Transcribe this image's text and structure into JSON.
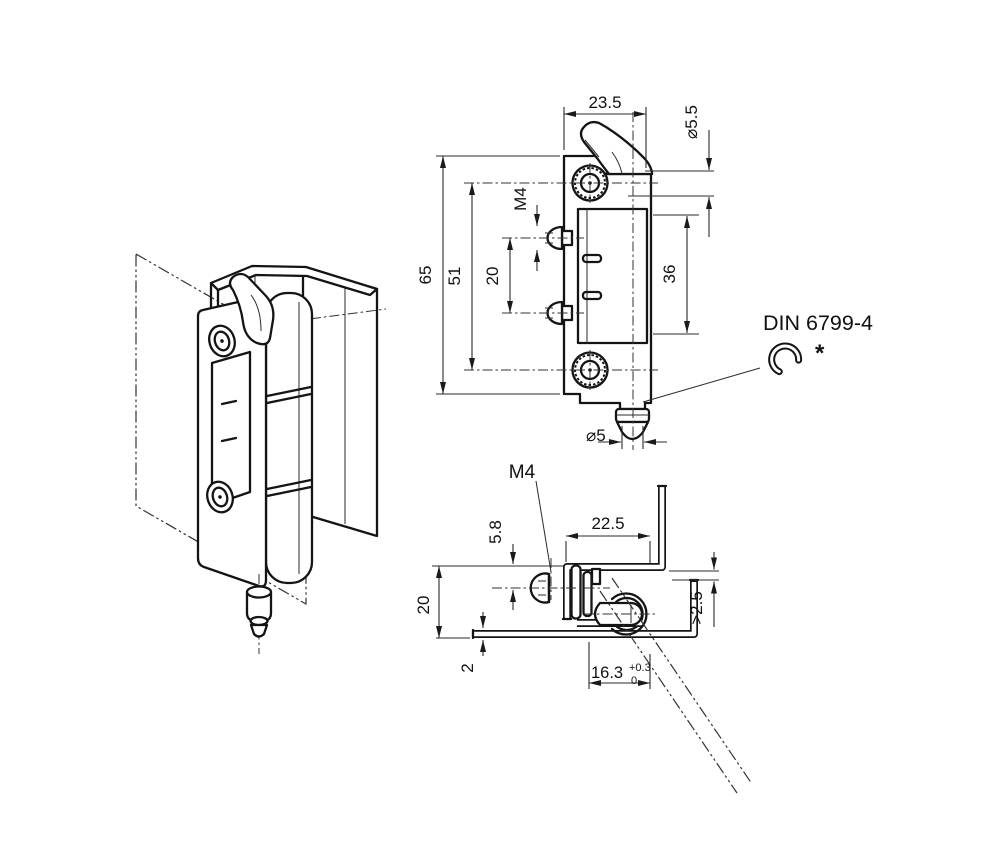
{
  "colors": {
    "background": "#ffffff",
    "line": "#1a1a1a",
    "accent_blue": "#1d53a8"
  },
  "note": {
    "standard": "DIN 6799-4",
    "footnote": "*"
  },
  "front_view": {
    "width": "23.5",
    "pin_top_diameter": "⌀5.5",
    "height": "65",
    "screw_hole_spacing": "51",
    "thread_spacing": "20",
    "thread": "M4",
    "cutout_height": "36",
    "pin_diameter": "⌀5"
  },
  "section_view": {
    "thread": "M4",
    "screw_axis_offset": "5.8",
    "depth": "22.5",
    "height": "20",
    "sheet_thickness": "2",
    "min_clearance": ">2.5",
    "door_return": "16.3",
    "tolerance_upper": "+0.3",
    "tolerance_lower": "0"
  }
}
